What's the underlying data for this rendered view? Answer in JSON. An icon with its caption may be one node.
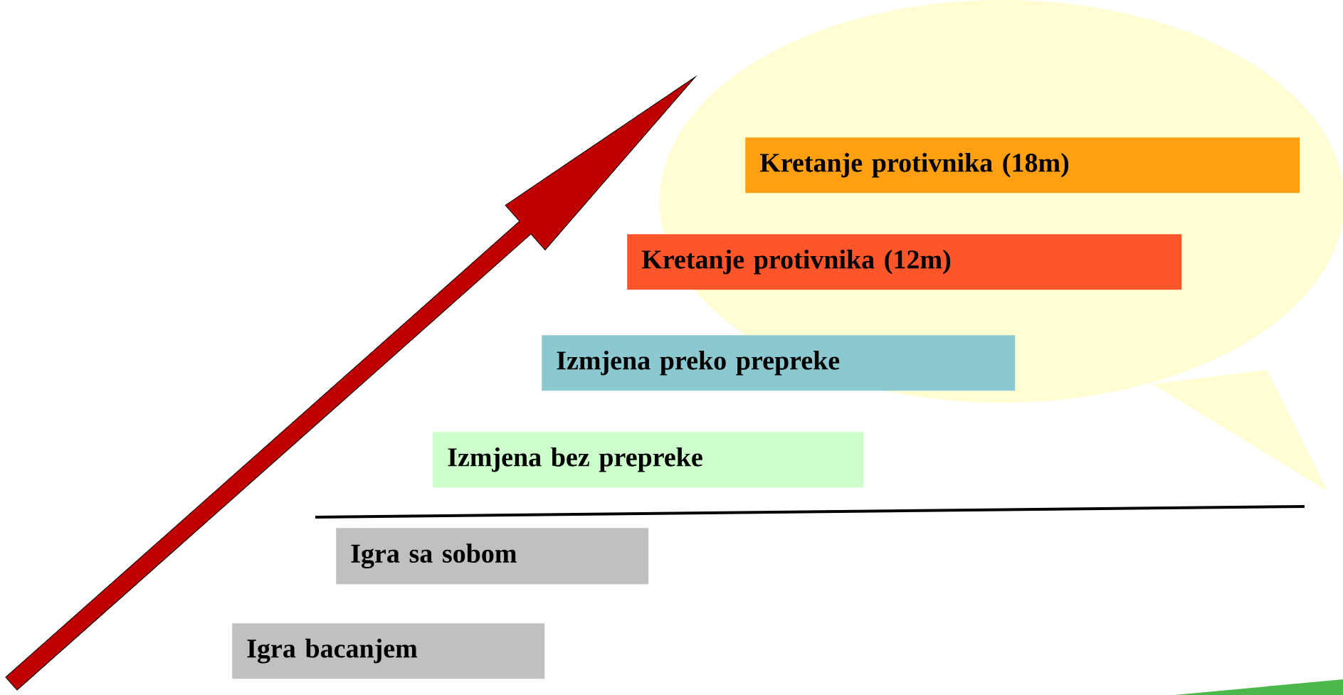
{
  "diagram": {
    "nodes": [
      {
        "text": [
          "Kretanje protivnika (18m)"
        ]
      },
      {
        "text": [
          "Kretanje protivnika (12m)"
        ]
      },
      {
        "text": [
          "Izmjena preko prepreke"
        ]
      },
      {
        "text": [
          "Izmjena bez prepreke"
        ]
      },
      {
        "text": [
          "Igra sa sobom"
        ]
      },
      {
        "text": [
          "Igra bacanjem"
        ]
      }
    ]
  }
}
